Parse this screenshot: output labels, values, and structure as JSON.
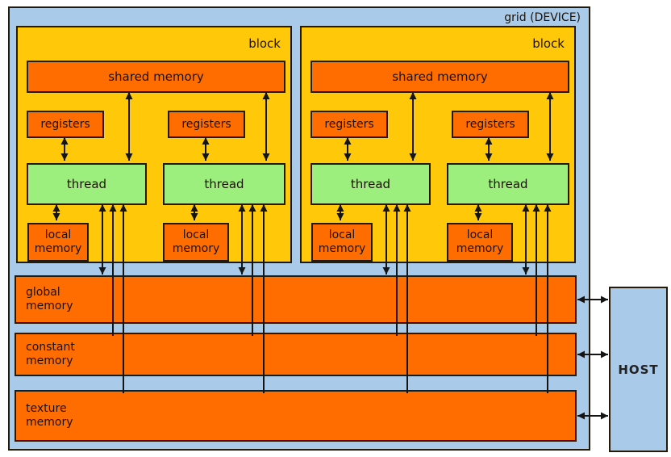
{
  "device": {
    "label": "grid (DEVICE)"
  },
  "blocks": [
    {
      "label": "block",
      "shared": "shared memory",
      "lanes": [
        {
          "registers": "registers",
          "thread": "thread",
          "local": "local\nmemory"
        },
        {
          "registers": "registers",
          "thread": "thread",
          "local": "local\nmemory"
        }
      ]
    },
    {
      "label": "block",
      "shared": "shared memory",
      "lanes": [
        {
          "registers": "registers",
          "thread": "thread",
          "local": "local\nmemory"
        },
        {
          "registers": "registers",
          "thread": "thread",
          "local": "local\nmemory"
        }
      ]
    }
  ],
  "memories": [
    {
      "label": "global\nmemory"
    },
    {
      "label": "constant\nmemory"
    },
    {
      "label": "texture\nmemory"
    }
  ],
  "host": {
    "label": "HOST"
  },
  "colors": {
    "device_fill": "#aacaea",
    "block_fill": "#ffc90a",
    "box_orange": "#ff6c00",
    "thread_green": "#9cee7d",
    "outline": "#241a0a",
    "arrow": "#141414"
  }
}
